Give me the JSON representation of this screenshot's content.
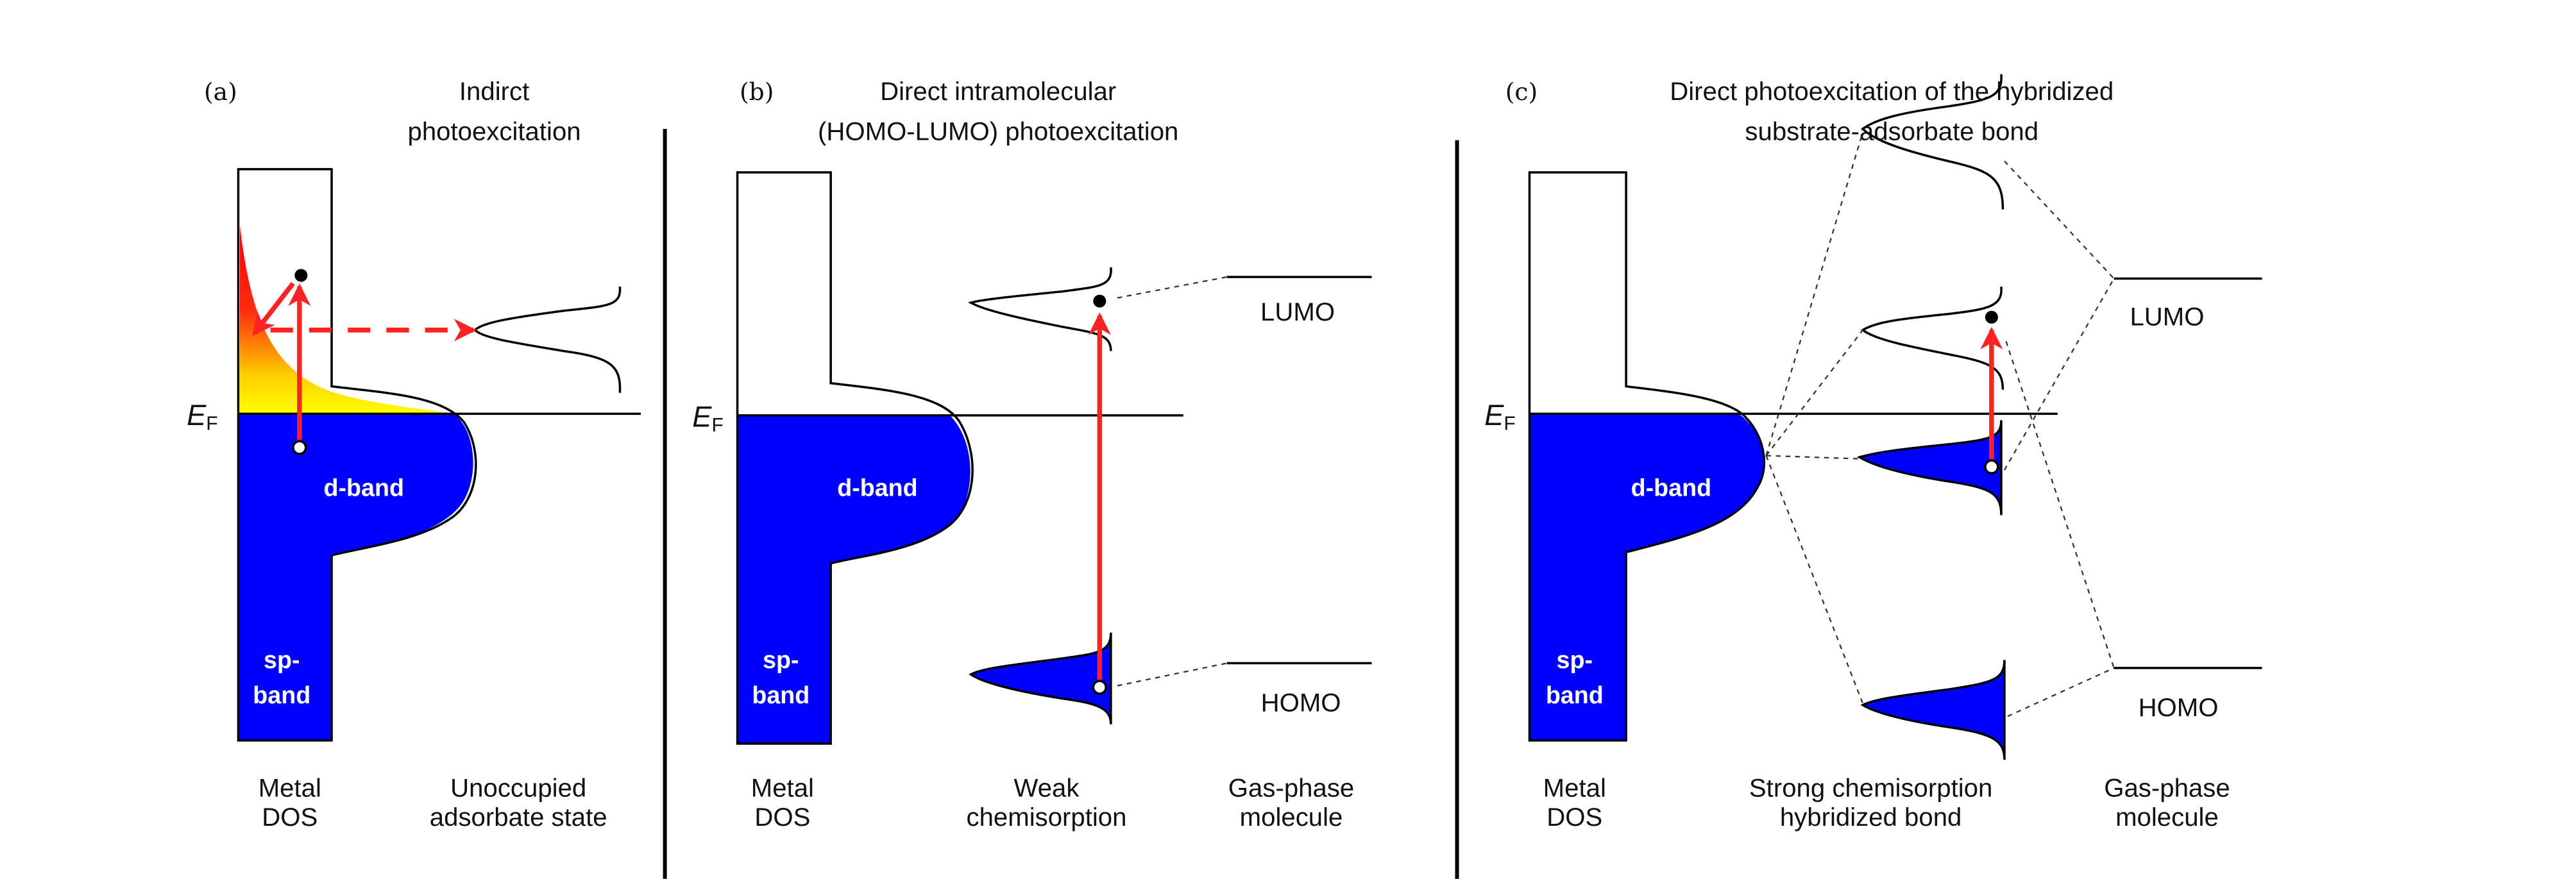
{
  "colors": {
    "filled_states": "#0000ff",
    "excitation_arrow": "#ff2222",
    "hot_electrons_gradient": [
      "#ff0000",
      "#ffff00"
    ]
  },
  "panels": [
    {
      "letter": "(a)",
      "title": [
        "Indirct",
        "photoexcitation"
      ],
      "fermi_label": {
        "main": "E",
        "sub": "F"
      },
      "d_band": "d-band",
      "sp_band": [
        "sp-",
        "band"
      ],
      "labels": {
        "metal": [
          "Metal",
          "DOS"
        ],
        "adsorbate": [
          "Unoccupied",
          "adsorbate state"
        ]
      }
    },
    {
      "letter": "(b)",
      "title": [
        "Direct intramolecular",
        "(HOMO-LUMO) photoexcitation"
      ],
      "fermi_label": {
        "main": "E",
        "sub": "F"
      },
      "d_band": "d-band",
      "sp_band": [
        "sp-",
        "band"
      ],
      "lumo": "LUMO",
      "homo": "HOMO",
      "labels": {
        "metal": [
          "Metal",
          "DOS"
        ],
        "adsorbate": [
          "Weak",
          "chemisorption"
        ],
        "gas": [
          "Gas-phase",
          "molecule"
        ]
      }
    },
    {
      "letter": "(c)",
      "title": [
        "Direct photoexcitation of the hybridized",
        "substrate-adsorbate bond"
      ],
      "fermi_label": {
        "main": "E",
        "sub": "F"
      },
      "d_band": "d-band",
      "sp_band": [
        "sp-",
        "band"
      ],
      "lumo": "LUMO",
      "homo": "HOMO",
      "labels": {
        "metal": [
          "Metal",
          "DOS"
        ],
        "adsorbate": [
          "Strong chemisorption",
          "hybridized bond"
        ],
        "gas": [
          "Gas-phase",
          "molecule"
        ]
      }
    }
  ]
}
